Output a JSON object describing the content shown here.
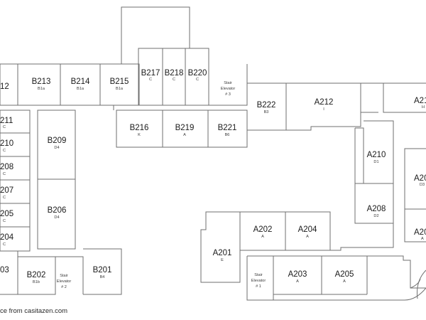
{
  "rooms": {
    "b213": {
      "label": "B213",
      "type": "B1a"
    },
    "b214": {
      "label": "B214",
      "type": "B1a"
    },
    "b215": {
      "label": "B215",
      "type": "B1a"
    },
    "b217": {
      "label": "B217",
      "type": "C"
    },
    "b218": {
      "label": "B218",
      "type": "C"
    },
    "b220": {
      "label": "B220",
      "type": "C"
    },
    "b216": {
      "label": "B216",
      "type": "K"
    },
    "b219": {
      "label": "B219",
      "type": "A"
    },
    "b221": {
      "label": "B221",
      "type": "B6"
    },
    "b222": {
      "label": "B222",
      "type": "B3"
    },
    "a212": {
      "label": "A212",
      "type": "I"
    },
    "a214": {
      "label": "A21",
      "type": "H"
    },
    "b209": {
      "label": "B209",
      "type": "D4"
    },
    "b206": {
      "label": "B206",
      "type": "D4"
    },
    "b202": {
      "label": "B202",
      "type": "B1b"
    },
    "b201": {
      "label": "B201",
      "type": "B4"
    },
    "a210": {
      "label": "A210",
      "type": "D1"
    },
    "a208": {
      "label": "A208",
      "type": "D2"
    },
    "a206r": {
      "label": "A20",
      "type": "D3"
    },
    "a204r": {
      "label": "A20",
      "type": "A"
    },
    "a202": {
      "label": "A202",
      "type": "A"
    },
    "a204": {
      "label": "A204",
      "type": "A"
    },
    "a201": {
      "label": "A201",
      "type": "E"
    },
    "a203": {
      "label": "A203",
      "type": "A"
    },
    "a205": {
      "label": "A205",
      "type": "A"
    },
    "l212": {
      "label": "12",
      "type": ""
    },
    "l211": {
      "label": "211",
      "type": "C"
    },
    "l210": {
      "label": "210",
      "type": "C"
    },
    "l208": {
      "label": "208",
      "type": "C"
    },
    "l207": {
      "label": "207",
      "type": "C"
    },
    "l205": {
      "label": "205",
      "type": "C"
    },
    "l204": {
      "label": "204",
      "type": "C"
    },
    "l203": {
      "label": "03",
      "type": ""
    }
  },
  "stairs": {
    "s3": {
      "line1": "Stair",
      "line2": "Elevator",
      "line3": "# 3"
    },
    "s2": {
      "line1": "Stair",
      "line2": "Elevator",
      "line3": "# 2"
    },
    "s1": {
      "line1": "Stair",
      "line2": "Elevator",
      "line3": "# 1"
    }
  },
  "credit": "ce from casitazen.com"
}
